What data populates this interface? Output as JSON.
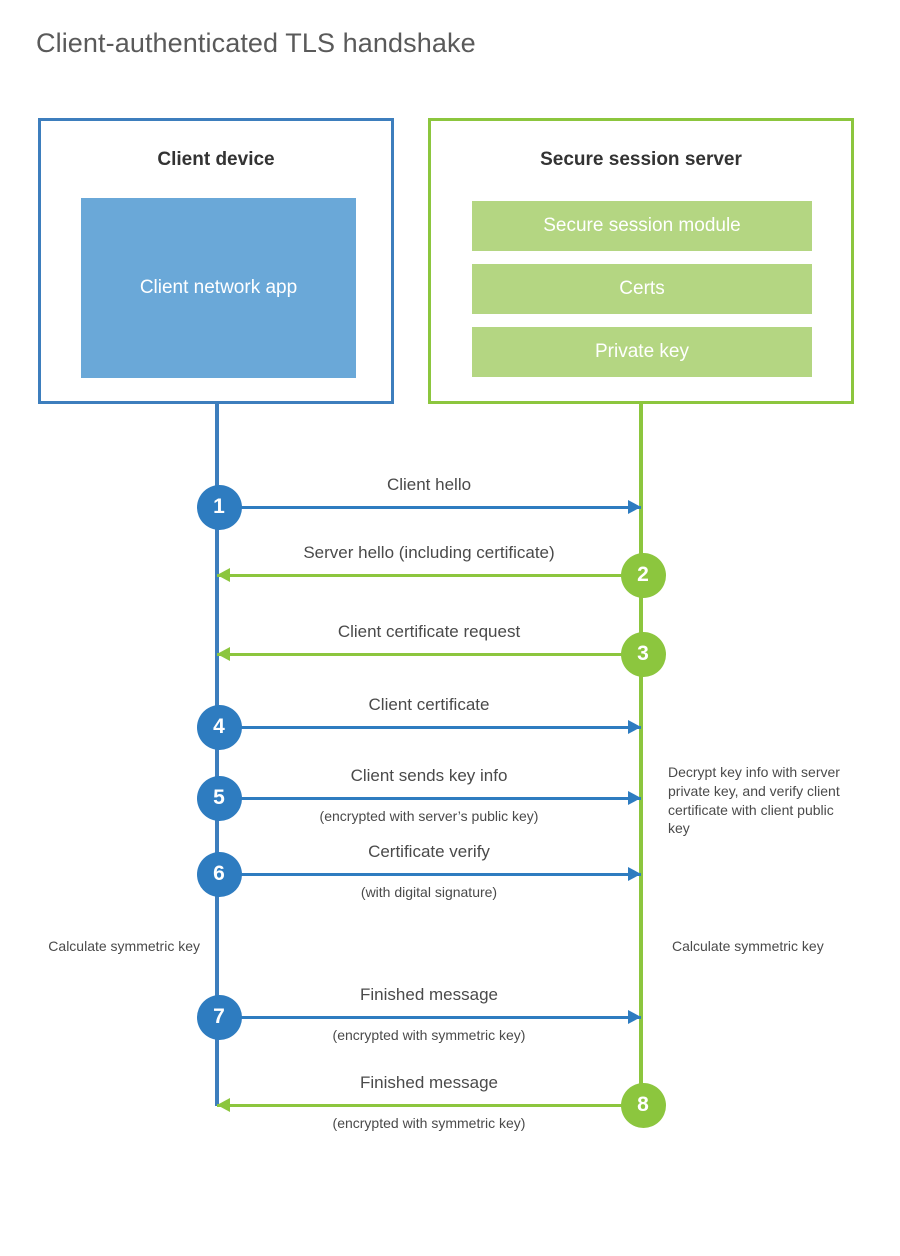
{
  "title": "Client-authenticated TLS handshake",
  "colors": {
    "client_accent": "#3d7ebd",
    "client_arrow": "#2e7cc0",
    "client_block": "#6aa8d8",
    "server_accent": "#8cc63e",
    "server_block": "#b4d682",
    "title_text": "#5a5a5a",
    "body_text": "#4a4a4a"
  },
  "parties": {
    "client": {
      "title": "Client device",
      "blocks": [
        {
          "label": "Client network app"
        }
      ]
    },
    "server": {
      "title": "Secure session server",
      "blocks": [
        {
          "label": "Secure session module"
        },
        {
          "label": "Certs"
        },
        {
          "label": "Private key"
        }
      ]
    }
  },
  "messages": [
    {
      "step": "1",
      "label": "Client hello",
      "sublabel": "",
      "direction": "client-to-server",
      "origin": "client"
    },
    {
      "step": "2",
      "label": "Server hello (including certificate)",
      "sublabel": "",
      "direction": "server-to-client",
      "origin": "server"
    },
    {
      "step": "3",
      "label": "Client certificate request",
      "sublabel": "",
      "direction": "server-to-client",
      "origin": "server"
    },
    {
      "step": "4",
      "label": "Client certificate",
      "sublabel": "",
      "direction": "client-to-server",
      "origin": "client"
    },
    {
      "step": "5",
      "label": "Client sends key info",
      "sublabel": "(encrypted with server’s public key)",
      "direction": "client-to-server",
      "origin": "client"
    },
    {
      "step": "6",
      "label": "Certificate verify",
      "sublabel": "(with digital signature)",
      "direction": "client-to-server",
      "origin": "client"
    },
    {
      "step": "7",
      "label": "Finished message",
      "sublabel": "(encrypted with symmetric key)",
      "direction": "client-to-server",
      "origin": "client"
    },
    {
      "step": "8",
      "label": "Finished message",
      "sublabel": "(encrypted with symmetric key)",
      "direction": "server-to-client",
      "origin": "server"
    }
  ],
  "notes": {
    "server_decrypt": "Decrypt key info with server private key, and verify client certificate with client public key",
    "client_calculate": "Calculate symmetric key",
    "server_calculate": "Calculate symmetric key"
  }
}
